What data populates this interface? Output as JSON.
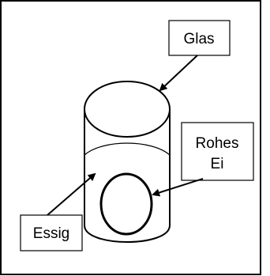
{
  "diagram": {
    "labels": {
      "glass": "Glas",
      "raw_egg_line1": "Rohes",
      "raw_egg_line2": "Ei",
      "vinegar": "Essig"
    }
  }
}
